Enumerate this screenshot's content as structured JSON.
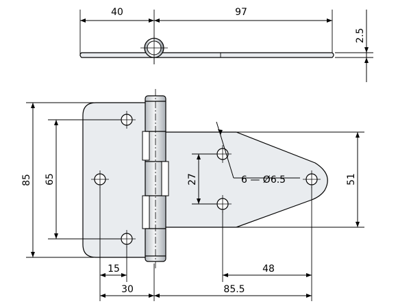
{
  "dimensions": {
    "top_left_length": "40",
    "top_right_length": "97",
    "thickness": "2.5",
    "overall_height": "85",
    "hole_pitch_vertical": "65",
    "hole_offset_15": "15",
    "leaf_width": "30",
    "strap_length": "85.5",
    "strap_hole_spacing": "48",
    "strap_hole_pitch": "27",
    "strap_width": "51",
    "hole_spec": "6 — Ø6.5"
  },
  "colors": {
    "plate_fill": "#e9ecef",
    "line": "#000000",
    "background": "#ffffff"
  }
}
